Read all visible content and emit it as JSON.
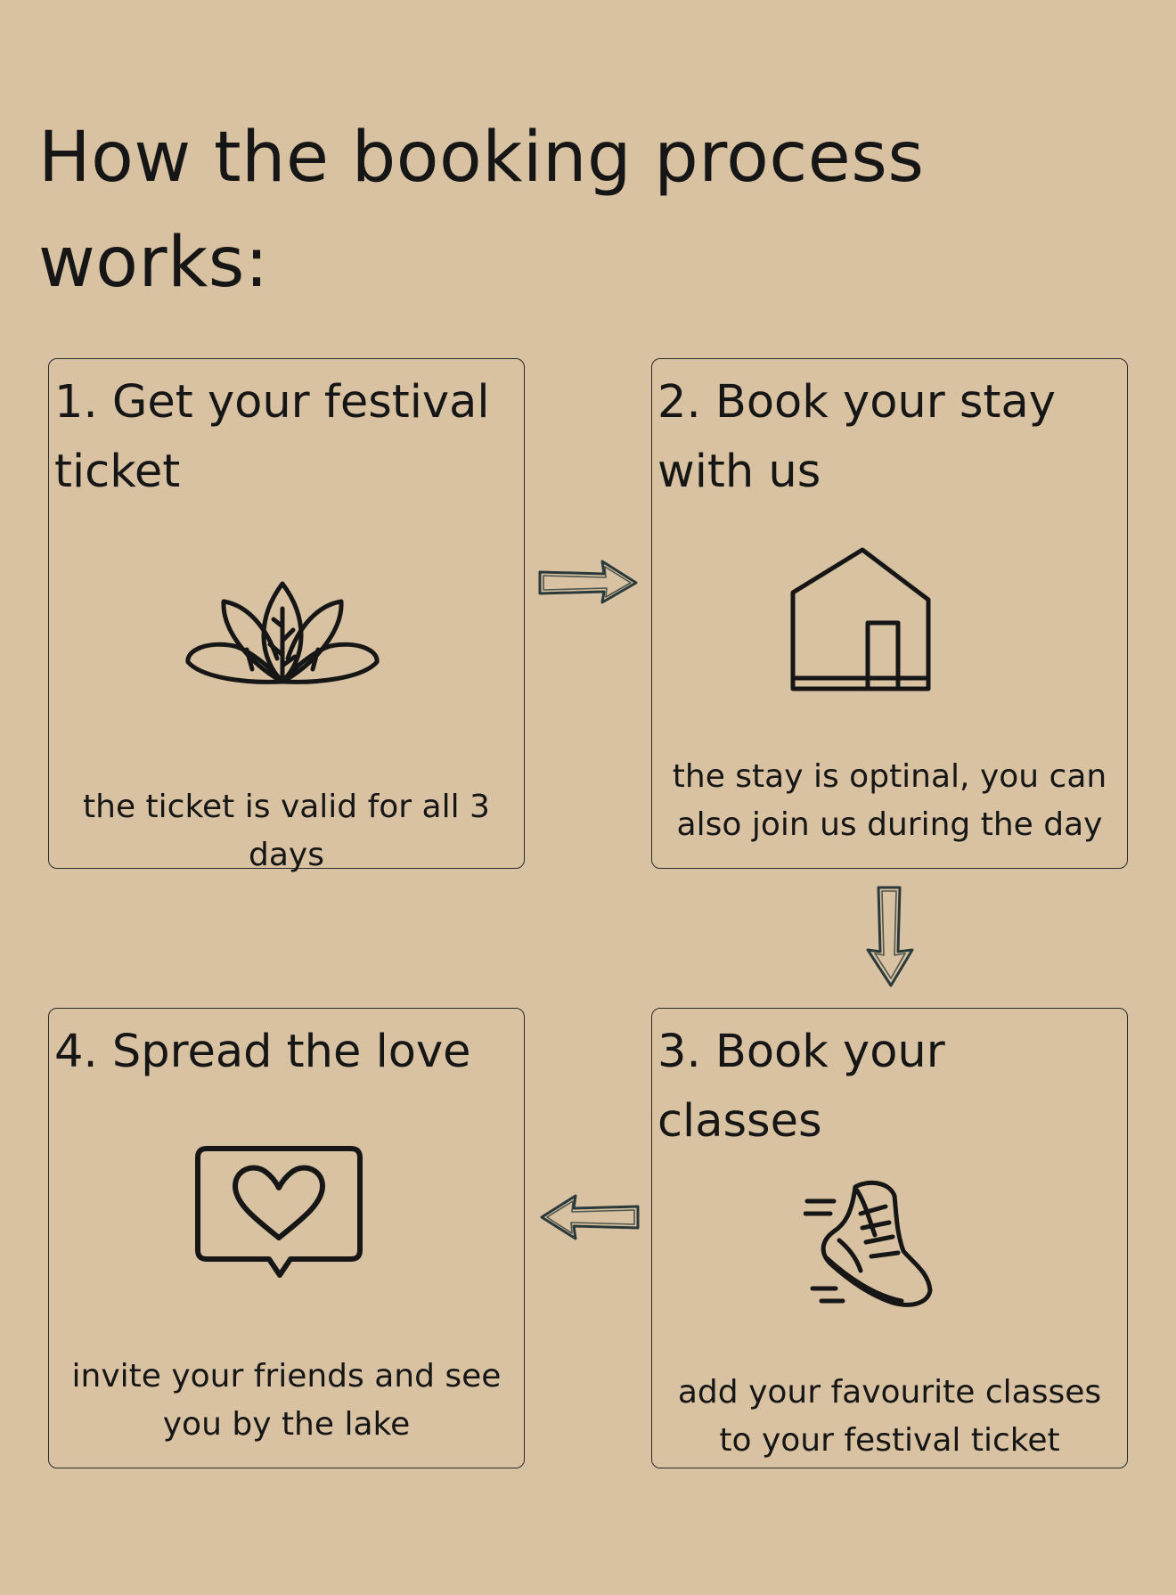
{
  "title": "How the booking process works:",
  "steps": [
    {
      "title": "1. Get your festival ticket",
      "description": "the ticket is valid for all 3 days",
      "icon": "lotus-icon"
    },
    {
      "title": "2. Book your stay with us",
      "description": "the stay is optinal, you can also join us during the day",
      "icon": "house-icon"
    },
    {
      "title": "3. Book your classes",
      "description": "add your favourite classes to your festival ticket",
      "icon": "running-shoe-icon"
    },
    {
      "title": "4. Spread the love",
      "description": "invite your friends and see you by the lake",
      "icon": "heart-speech-bubble-icon"
    }
  ],
  "colors": {
    "background": "#d8c2a2",
    "ink": "#161616"
  }
}
